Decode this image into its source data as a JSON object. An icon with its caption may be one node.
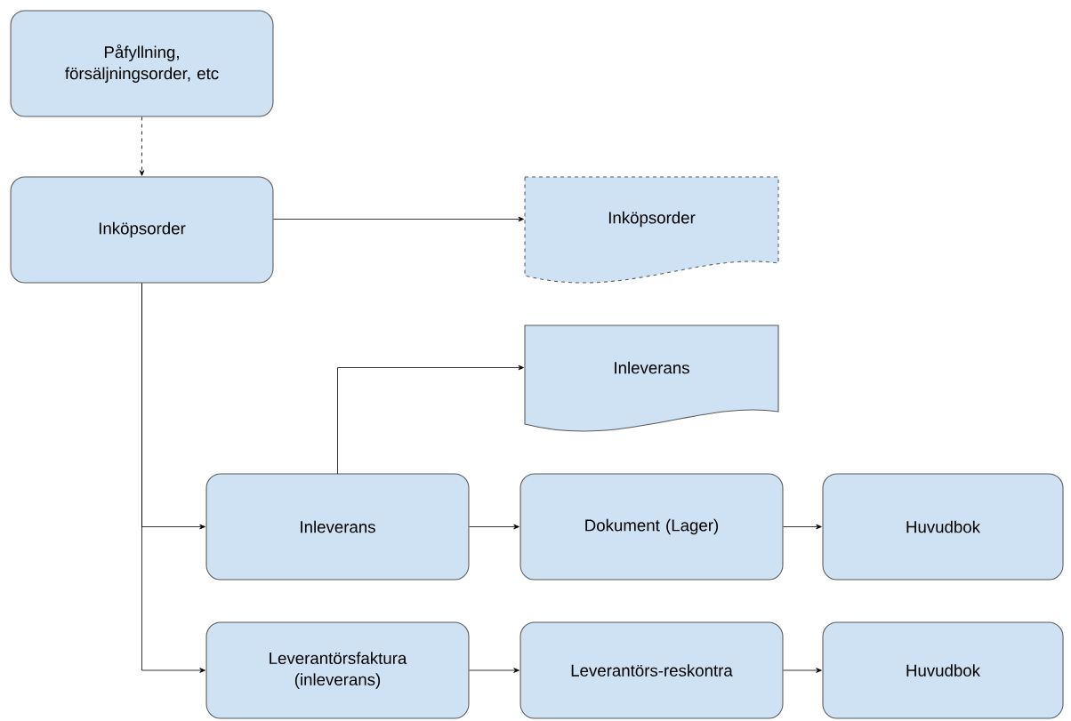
{
  "diagram": {
    "nodes": [
      {
        "text": [
          "Påfyllning, försäljningsorder, etc"
        ]
      },
      {
        "text": [
          "Inköpsorder"
        ]
      },
      {
        "text": [
          "Inköpsorder"
        ]
      },
      {
        "text": [
          "Inleverans"
        ]
      },
      {
        "text": [
          "Inleverans"
        ]
      },
      {
        "text": [
          "Dokument (Lager)"
        ]
      },
      {
        "text": [
          "Huvudbok"
        ]
      },
      {
        "text": [
          "Leverantörsfaktura (inleverans)"
        ]
      },
      {
        "text": [
          "Leverantörs-reskontra"
        ]
      },
      {
        "text": [
          "Huvudbok"
        ]
      }
    ],
    "edges": [
      {
        "from": 0,
        "to": 1,
        "arrow": "to",
        "style": "dashed"
      },
      {
        "from": 1,
        "to": 2,
        "arrow": "to"
      },
      {
        "from": 1,
        "to": 4,
        "arrow": "to"
      },
      {
        "from": 1,
        "to": 7,
        "arrow": "to"
      },
      {
        "from": 4,
        "to": 3,
        "arrow": "to"
      },
      {
        "from": 4,
        "to": 5,
        "arrow": "to"
      },
      {
        "from": 5,
        "to": 6,
        "arrow": "to"
      },
      {
        "from": 7,
        "to": 8,
        "arrow": "to"
      },
      {
        "from": 8,
        "to": 9,
        "arrow": "to"
      }
    ]
  }
}
